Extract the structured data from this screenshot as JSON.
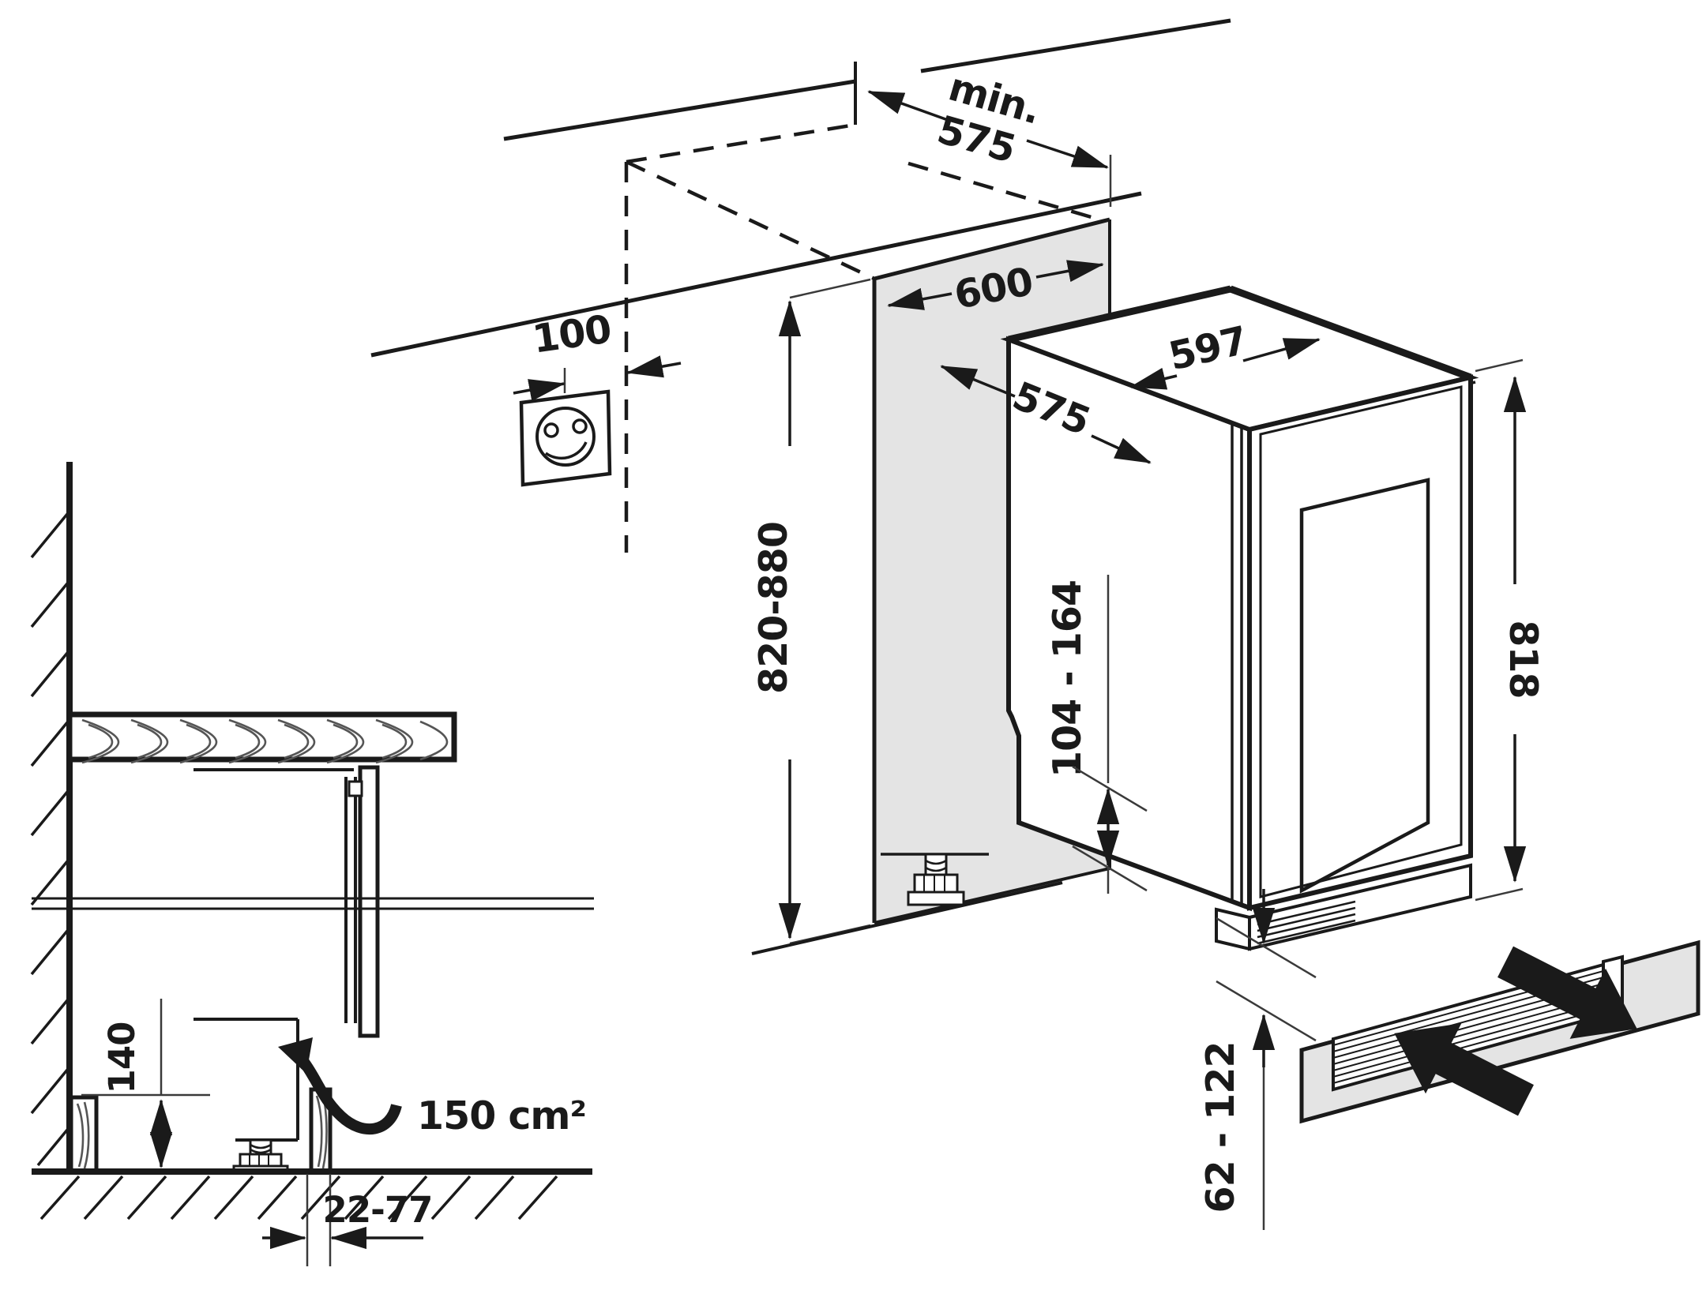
{
  "labels": {
    "niche_depth_min_line1": "min.",
    "niche_depth_min_line2": "575",
    "niche_width": "600",
    "socket_offset": "100",
    "niche_height": "820-880",
    "appliance_width": "597",
    "appliance_depth": "575",
    "base_height_range": "104 - 164",
    "appliance_height": "818",
    "vent_gap_range": "62 - 122",
    "floor_clearance": "140",
    "vent_cross_section": "150 cm²",
    "plinth_recess_range": "22-77"
  },
  "colors": {
    "line": "#1a1a1a",
    "panel_gray": "#e4e4e4",
    "background": "#ffffff"
  }
}
